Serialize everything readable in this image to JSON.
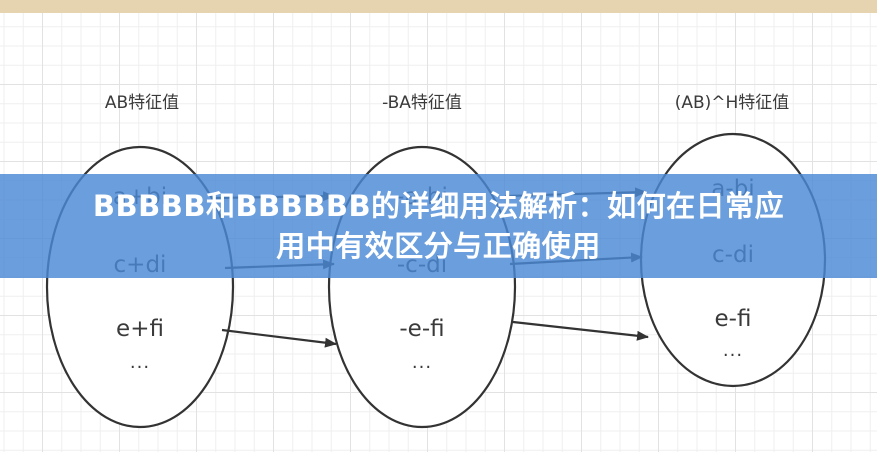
{
  "header_bar": {
    "color": "#e6d3b0"
  },
  "diagram": {
    "nodes": [
      {
        "label": "AB特征值",
        "items": [
          "a+bi",
          "c+di",
          "e+fi",
          "..."
        ]
      },
      {
        "label": "-BA特征值",
        "items": [
          "-a-bi",
          "-c-di",
          "-e-fi",
          "..."
        ]
      },
      {
        "label": "(AB)^H特征值",
        "items": [
          "a-bi",
          "c-di",
          "e-fi",
          "..."
        ]
      }
    ],
    "edges": [
      {
        "from": "AB特征值",
        "to": "-BA特征值",
        "row": "a+bi"
      },
      {
        "from": "AB特征值",
        "to": "-BA特征值",
        "row": "c+di"
      },
      {
        "from": "AB特征值",
        "to": "-BA特征值",
        "row": "e+fi"
      },
      {
        "from": "-BA特征值",
        "to": "(AB)^H特征值",
        "row": "-a-bi"
      },
      {
        "from": "-BA特征值",
        "to": "(AB)^H特征值",
        "row": "-c-di"
      },
      {
        "from": "-BA特征值",
        "to": "(AB)^H特征值",
        "row": "-e-fi"
      }
    ]
  },
  "banner": {
    "line1": "BBBBB和BBBBBB的详细用法解析：如何在日常应",
    "line2": "用中有效区分与正确使用",
    "color": "#4a89d6"
  }
}
